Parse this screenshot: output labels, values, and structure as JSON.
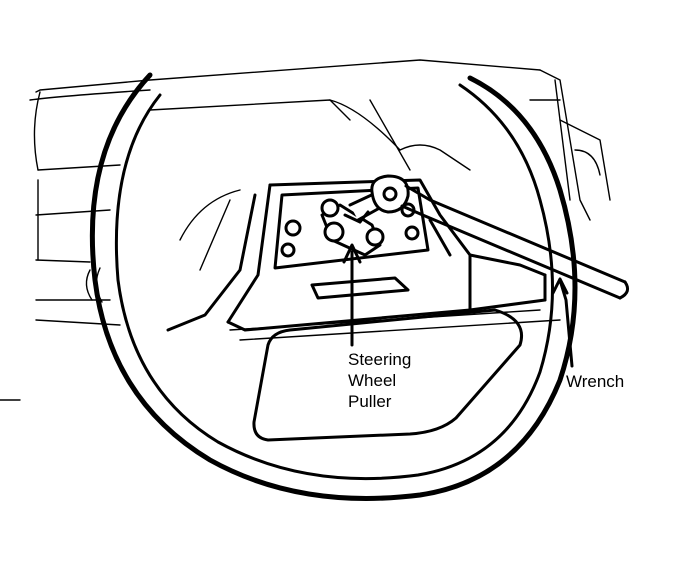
{
  "labels": {
    "puller_line1": "Steering",
    "puller_line2": "Wheel",
    "puller_line3": "Puller",
    "wrench": "Wrench"
  }
}
